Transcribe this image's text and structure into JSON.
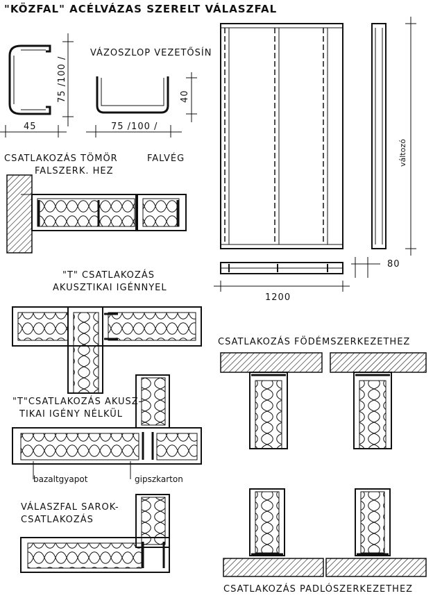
{
  "title": "\"KÖZFAL\" ACÉLVÁZAS SZERELT VÁLASZFAL",
  "profiles": {
    "stud_label": "VÁZOSZLOP VEZETŐSÍN",
    "dim_height_c": "75 /100 /",
    "dim_width_c": "45",
    "dim_height_u": "40",
    "dim_width_u": "75 /100 /"
  },
  "elevation": {
    "height_label": "változó",
    "width_label": "1200",
    "thickness_label": "80"
  },
  "section_solid": {
    "heading_line1": "CSATLAKOZÁS TÖMÖR",
    "heading_line2": "FALSZERK. HEZ",
    "heading_end": "FALVÉG"
  },
  "section_t_acoustic": {
    "heading_line1": "\"T\" CSATLAKOZÁS",
    "heading_line2": "AKUSZTIKAI IGÉNNYEL"
  },
  "section_t_plain": {
    "heading_line1": "\"T\"CSATLAKOZÁS AKUSZ-",
    "heading_line2": "TIKAI IGÉNY NÉLKÜL"
  },
  "materials": {
    "insulation": "bazaltgyapot",
    "board": "gipszkarton"
  },
  "section_corner": {
    "heading_line1": "VÁLASZFAL SAROK-",
    "heading_line2": "CSATLAKOZÁS"
  },
  "section_ceiling": {
    "heading": "CSATLAKOZÁS FÖDÉMSZERKEZETHEZ"
  },
  "section_floor": {
    "heading": "CSATLAKOZÁS PADLÓSZERKEZETHEZ"
  }
}
